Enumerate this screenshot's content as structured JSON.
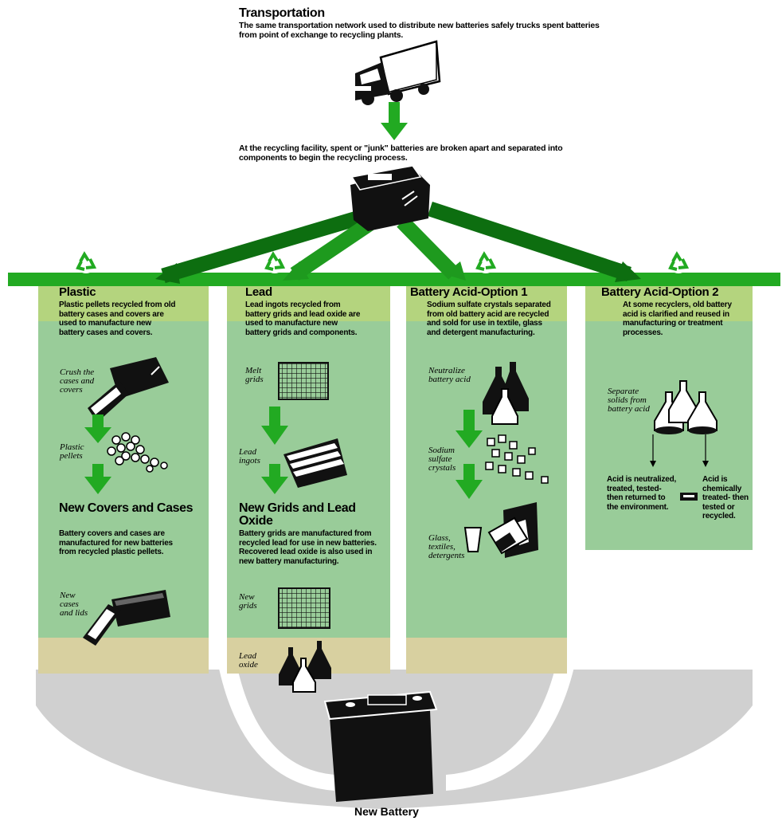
{
  "header": {
    "title": "Transportation",
    "description": "The same transportation network used to distribute new batteries safely trucks spent batteries from point of exchange to recycling plants."
  },
  "facility": {
    "text": "At the recycling facility, spent or \"junk\" batteries are broken apart and separated into components to begin the recycling process."
  },
  "columns": {
    "plastic": {
      "title": "Plastic",
      "description": "Plastic pellets recycled from old battery cases and covers are used to manufacture new battery cases and covers.",
      "step1": "Crush the cases and covers",
      "step2": "Plastic pellets",
      "result_title": "New Covers and Cases",
      "result_description": "Battery covers and cases are manufactured for new batteries from recycled plastic pellets.",
      "step3": "New cases and lids"
    },
    "lead": {
      "title": "Lead",
      "description": "Lead ingots recycled from battery grids and lead oxide are used to manufacture new battery grids and components.",
      "step1": "Melt grids",
      "step2": "Lead ingots",
      "result_title": "New Grids and Lead Oxide",
      "result_description": "Battery grids are manufactured from recycled lead for use in new batteries. Recovered lead oxide is also used in new battery manufacturing.",
      "step3": "New grids",
      "step4": "Lead oxide"
    },
    "acid1": {
      "title": "Battery Acid-Option 1",
      "description": "Sodium sulfate crystals separated from old battery acid are recycled and sold for use in textile, glass and detergent manufacturing.",
      "step1": "Neutralize battery acid",
      "step2": "Sodium sulfate crystals",
      "step3": "Glass, textiles, detergents"
    },
    "acid2": {
      "title": "Battery Acid-Option 2",
      "description": "At some recyclers, old battery acid is clarified and reused in manufacturing or treatment processes.",
      "step1": "Separate solids from battery acid",
      "branch_left": "Acid is neutralized, treated, tested- then returned to the environment.",
      "branch_right": "Acid is chemically treated- then tested or recycled."
    }
  },
  "bottom": {
    "label": "New Battery"
  },
  "colors": {
    "bar_green": "#22aa22",
    "dark_green": "#0d6e10",
    "bright_green": "#2fcc2f",
    "panel_green": "#99cc99",
    "header_band": "#b4d47e",
    "tan_band": "#d8d0a0",
    "base_gray": "#d0d0d0"
  }
}
